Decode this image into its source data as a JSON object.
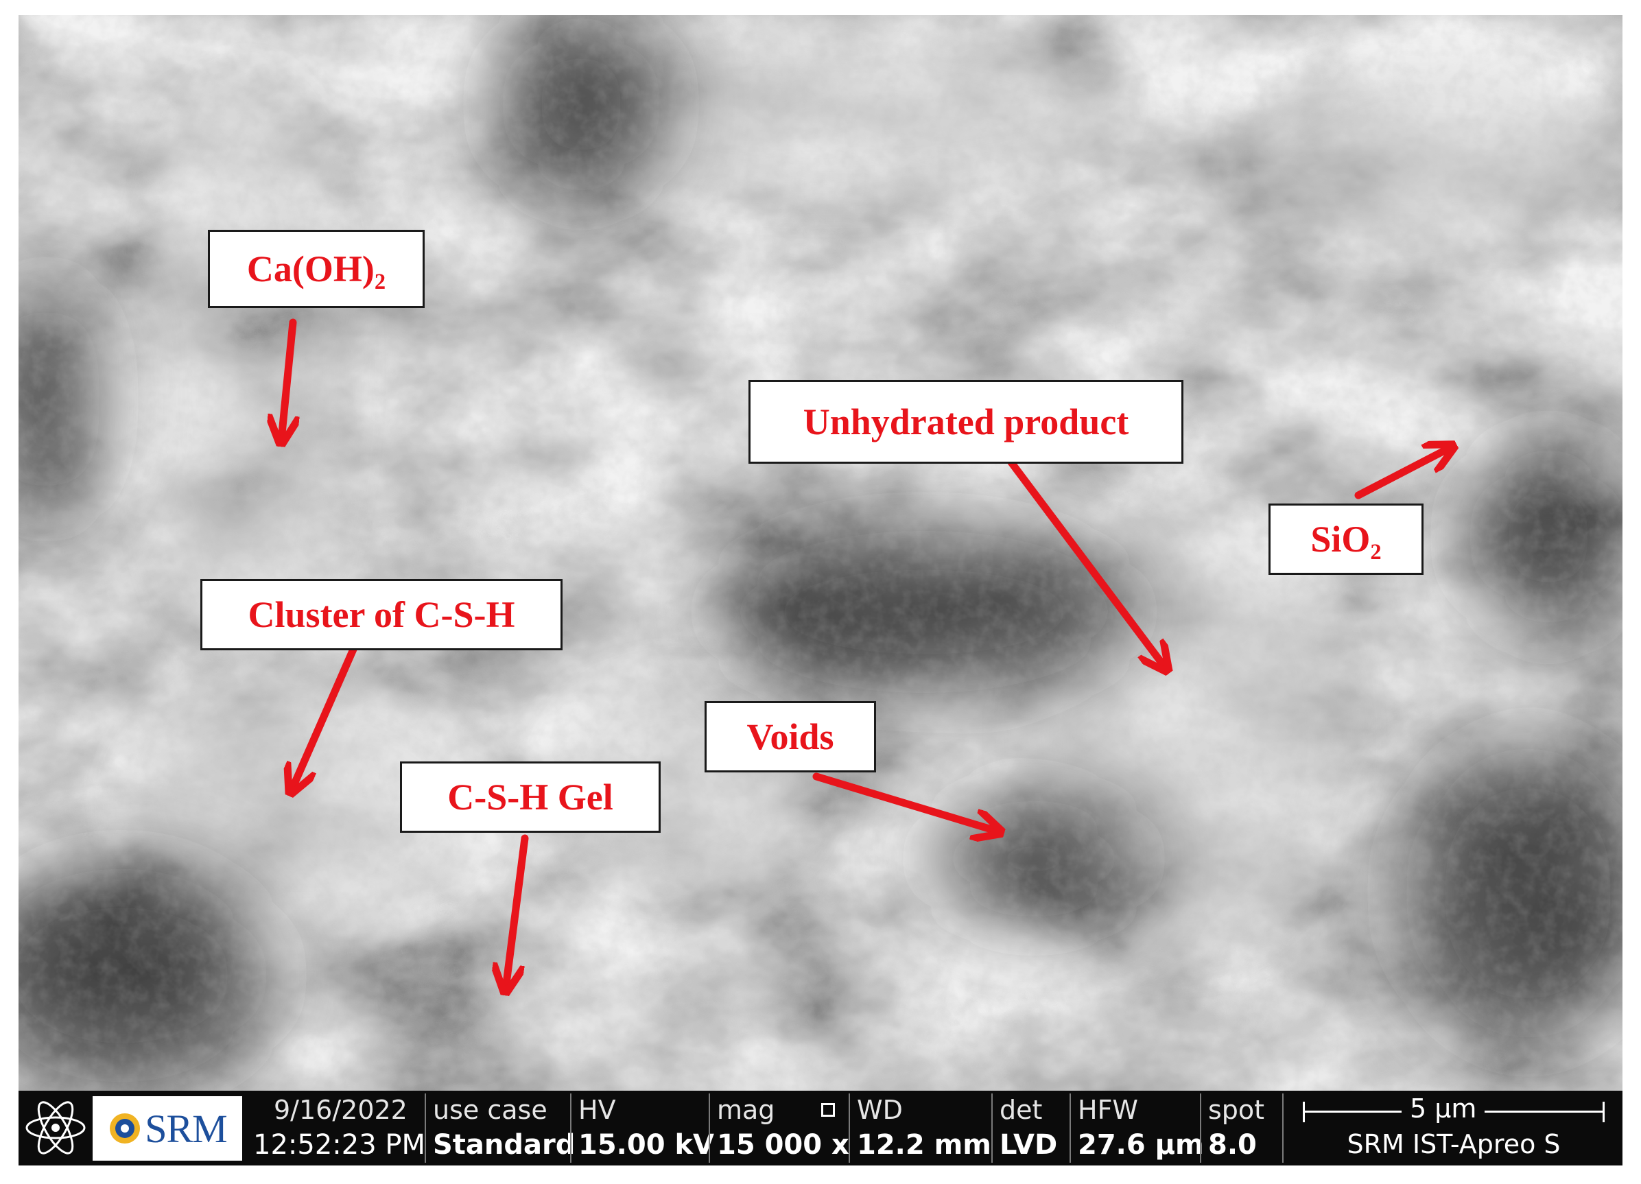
{
  "labels": {
    "caoh": "Ca(OH)₂",
    "unhydrated": "Unhydrated product",
    "sio2": "SiO₂",
    "cluster": "Cluster of C-S-H",
    "voids": "Voids",
    "csh_gel": "C-S-H Gel"
  },
  "colors": {
    "annotation_red": "#e8141b",
    "logo_blue": "#1d4f9c"
  },
  "infobar": {
    "logo_text": "SRM",
    "date": "9/16/2022",
    "time": "12:52:23 PM",
    "use_case_label": "use case",
    "use_case_value": "Standard",
    "hv_label": "HV",
    "hv_value": "15.00 kV",
    "mag_label": "mag",
    "mag_value": "15 000 x",
    "wd_label": "WD",
    "wd_value": "12.2 mm",
    "det_label": "det",
    "det_value": "LVD",
    "hfw_label": "HFW",
    "hfw_value": "27.6 µm",
    "spot_label": "spot",
    "spot_value": "8.0",
    "scale_label": "5 µm",
    "instrument": "SRM IST-Apreo S"
  }
}
